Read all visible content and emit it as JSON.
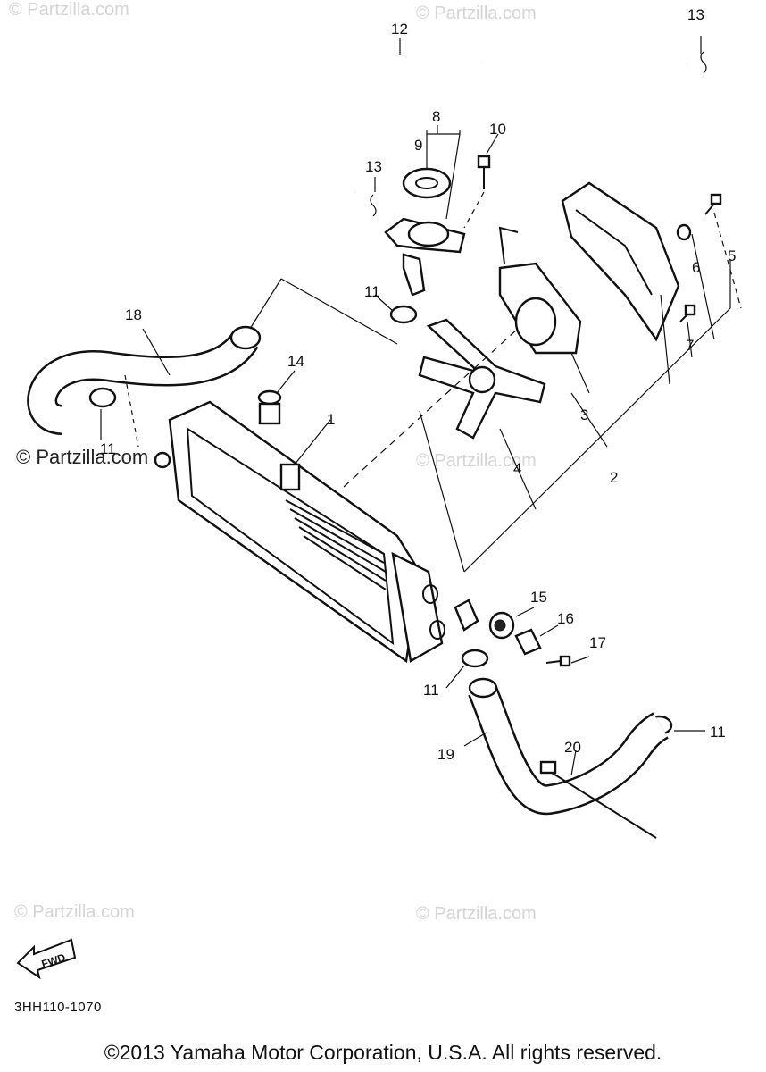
{
  "watermarks": {
    "top_left": "© Partzilla.com",
    "top_center": "© Partzilla.com",
    "mid_left": "© Partzilla.com",
    "mid_center": "© Partzilla.com",
    "bottom_left": "© Partzilla.com",
    "bottom_center": "© Partzilla.com"
  },
  "callouts": {
    "c1": "1",
    "c2": "2",
    "c3": "3",
    "c4": "4",
    "c5": "5",
    "c6": "6",
    "c7": "7",
    "c8": "8",
    "c9": "9",
    "c10": "10",
    "c11a": "11",
    "c11b": "11",
    "c11c": "11",
    "c11d": "11",
    "c12": "12",
    "c13a": "13",
    "c13b": "13",
    "c14": "14",
    "c15": "15",
    "c16": "16",
    "c17": "17",
    "c18": "18",
    "c19": "19",
    "c20": "20"
  },
  "fwd_label": "FWD",
  "diagram_code": "3HH110-1070",
  "copyright": "©2013 Yamaha Motor Corporation, U.S.A. All rights reserved."
}
